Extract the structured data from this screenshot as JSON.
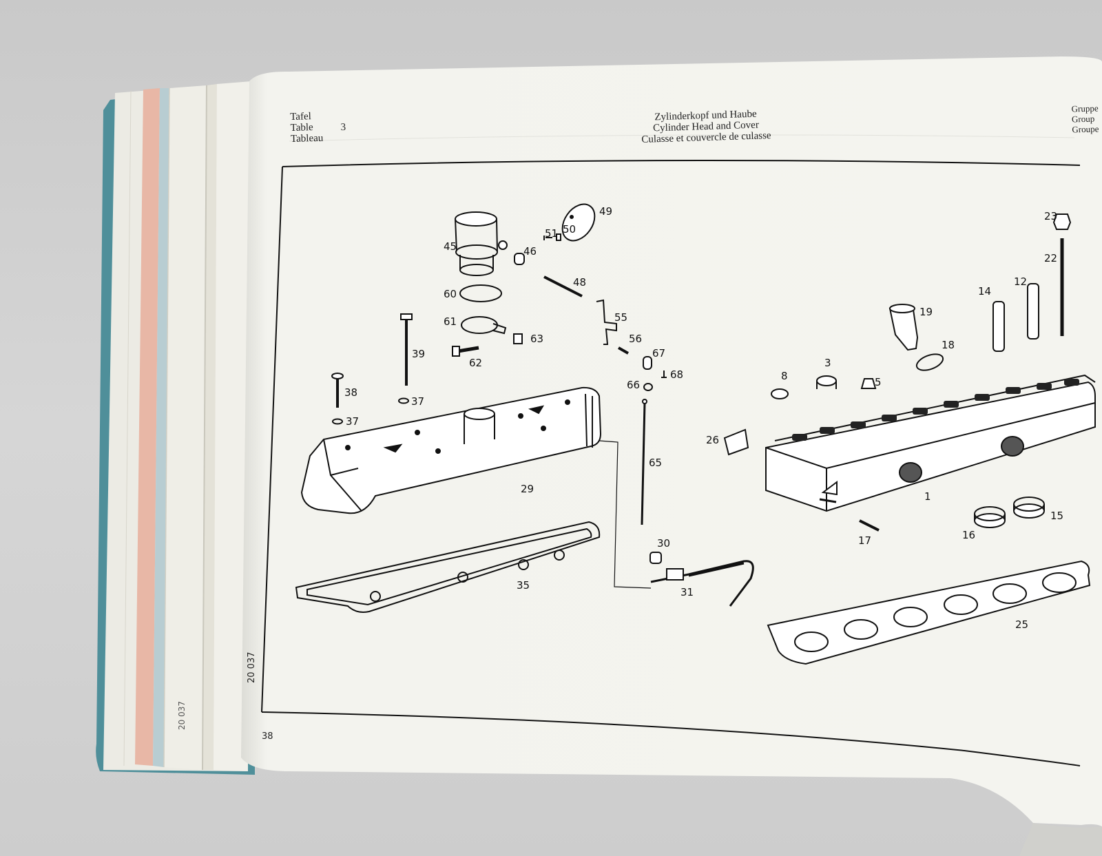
{
  "header": {
    "left": [
      "Tafel",
      "Table",
      "Tableau"
    ],
    "table_number": "3",
    "center": [
      "Zylinderkopf und Haube",
      "Cylinder Head and Cover",
      "Culasse et couvercle de culasse"
    ],
    "right": [
      "Gruppe",
      "Group",
      "Groupe"
    ]
  },
  "callouts": [
    "49",
    "51",
    "50",
    "45",
    "46",
    "48",
    "60",
    "61",
    "63",
    "62",
    "55",
    "56",
    "67",
    "68",
    "66",
    "39",
    "38",
    "37",
    "37",
    "29",
    "65",
    "35",
    "30",
    "31",
    "19",
    "18",
    "14",
    "12",
    "23",
    "22",
    "8",
    "3",
    "5",
    "26",
    "1",
    "17",
    "16",
    "15",
    "25"
  ],
  "footer": {
    "doc_code": "20 037",
    "page_number": "38",
    "prev_page_code": "20 037"
  }
}
